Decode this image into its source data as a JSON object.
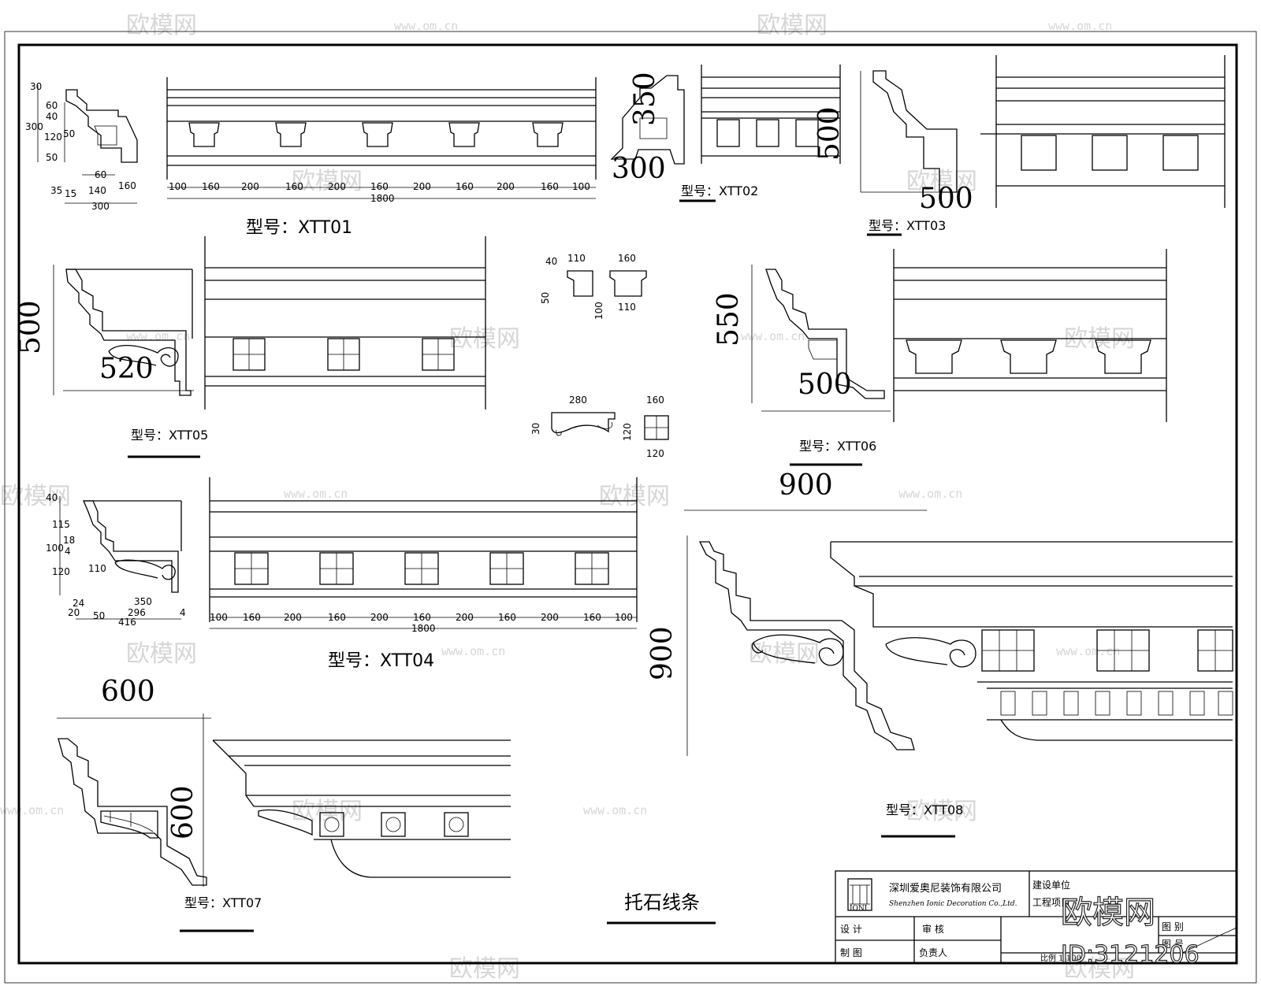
{
  "drawing": {
    "title": "托石线条",
    "dims": {
      "xtt01_profile": [
        "30",
        "60",
        "300",
        "40",
        "50",
        "120",
        "50",
        "60",
        "160",
        "35",
        "15",
        "140",
        "300"
      ],
      "xtt01_plan": [
        "100",
        "160",
        "200",
        "160",
        "200",
        "160",
        "200",
        "160",
        "200",
        "160",
        "100"
      ],
      "xtt01_total": "1800",
      "xtt02": [
        "350",
        "300",
        "500"
      ],
      "xtt03": "500",
      "xtt05": [
        "500",
        "520"
      ],
      "small_block_a": [
        "110",
        "40",
        "50"
      ],
      "small_block_b": [
        "160",
        "100",
        "110"
      ],
      "bracket_a": [
        "280",
        "30"
      ],
      "bracket_b": [
        "160",
        "120",
        "120"
      ],
      "xtt06": [
        "550",
        "500"
      ],
      "xtt04_profile": [
        "40",
        "115",
        "18",
        "100",
        "4",
        "120",
        "110",
        "350",
        "24",
        "20",
        "50",
        "296",
        "416",
        "4"
      ],
      "xtt04_plan": [
        "100",
        "160",
        "200",
        "160",
        "200",
        "160",
        "200",
        "160",
        "200",
        "160",
        "100"
      ],
      "xtt04_total": "1800",
      "xtt07": [
        "600",
        "600"
      ],
      "xtt08": [
        "900",
        "900"
      ]
    },
    "labels": {
      "xtt01": "型号：XTT01",
      "xtt02": "型号：XTT02",
      "xtt03": "型号：XTT03",
      "xtt05": "型号：XTT05",
      "xtt06": "型号：XTT06",
      "xtt04": "型号：XTT04",
      "xtt07": "型号：XTT07",
      "xtt08": "型号：XTT08"
    }
  },
  "title_block": {
    "company": "深圳爱奥尼装饰有限公司",
    "company_en": "Shenzhen Ionic Decoration Co.,Ltd.",
    "logo_text": "IONI",
    "owner": "建设单位",
    "project": "工程项目",
    "design": "设 计",
    "review": "审 核",
    "draw": "制 图",
    "responsible": "负责人",
    "sheet": "图 别",
    "sheet_no": "图 号",
    "scale": "比例 1:100"
  },
  "watermark": {
    "brand": "欧模网",
    "url": "www.om.cn",
    "id": "ID:3121206"
  }
}
